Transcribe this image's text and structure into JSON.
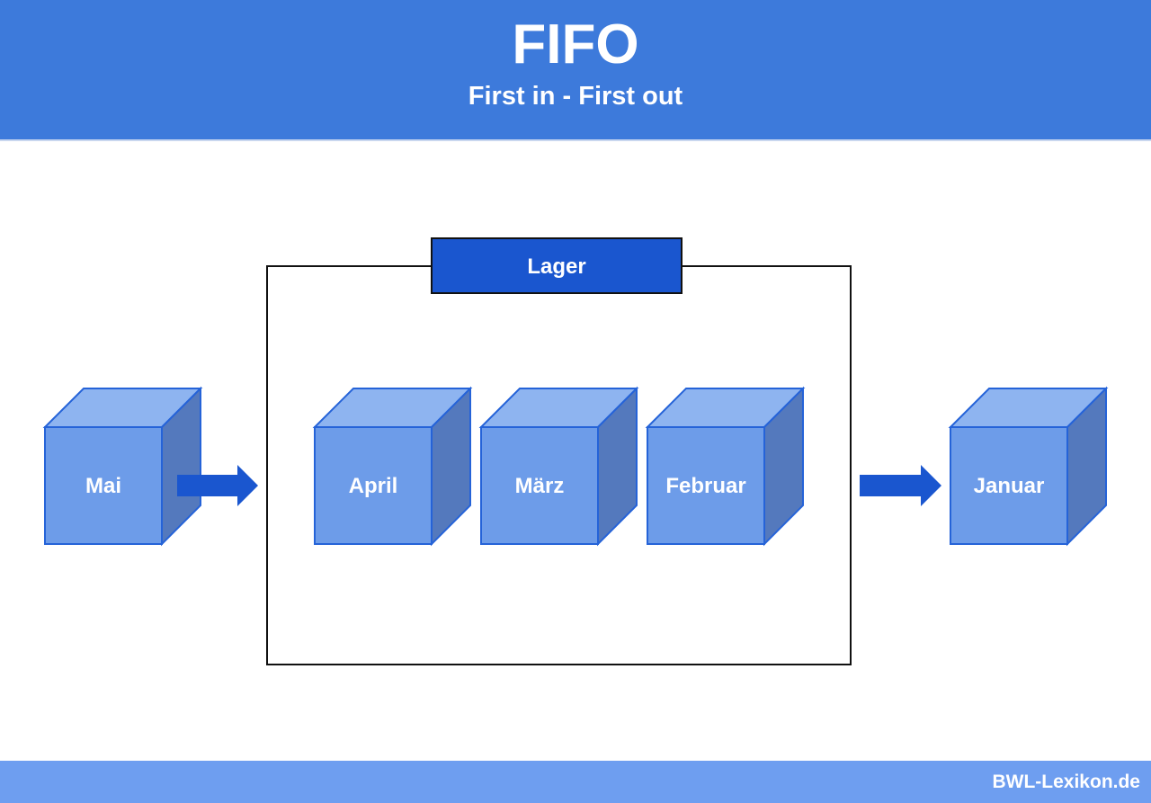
{
  "header": {
    "title": "FIFO",
    "subtitle": "First in - First out"
  },
  "storage": {
    "label": "Lager"
  },
  "items": {
    "incoming": "Mai",
    "stored": [
      "April",
      "März",
      "Februar"
    ],
    "outgoing": "Januar"
  },
  "footer": {
    "brand": "BWL-Lexikon.de"
  },
  "colors": {
    "header_bg": "#3d7adb",
    "footer_bg": "#6e9ef0",
    "cube_front": "#6d9ce9",
    "cube_top": "#8eb4f0",
    "cube_side": "#5479bd",
    "cube_edge": "#2563d8",
    "arrow": "#1a56cf",
    "lager_box": "#1a56cf"
  }
}
